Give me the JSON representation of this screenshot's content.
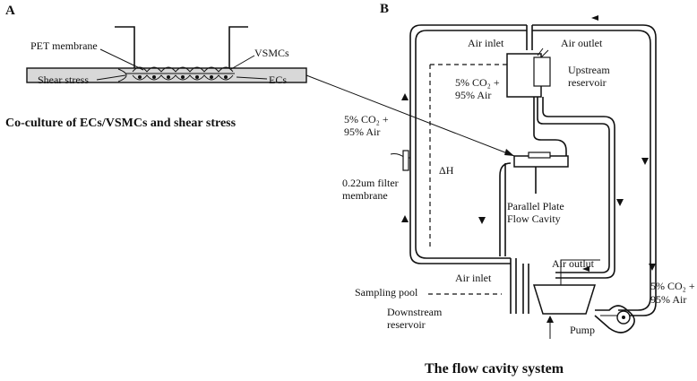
{
  "panel_a": {
    "letter": "A",
    "pet_membrane": "PET membrane",
    "vsmcs": "VSMCs",
    "shear_stress": "Shear stress",
    "ecs": "ECs",
    "caption": "Co-culture of ECs/VSMCs and shear stress"
  },
  "panel_b": {
    "letter": "B",
    "air_inlet_top": "Air inlet",
    "air_outlet_top": "Air outlet",
    "gas_mix_reservoir_line1": "5% CO₂ +",
    "gas_mix_reservoir_line2": "95% Air",
    "upstream_reservoir_line1": "Upstream",
    "upstream_reservoir_line2": "reservoir",
    "gas_mix_left_line1": "5% CO₂ +",
    "gas_mix_left_line2": "95% Air",
    "filter_line1": "0.22um filter",
    "filter_line2": "membrane",
    "delta_h": "ΔH",
    "cavity_line1": "Parallel Plate",
    "cavity_line2": "Flow Cavity",
    "air_outlet_bottom": "Air outlut",
    "air_inlet_bottom": "Air inlet",
    "sampling_pool": "Sampling pool",
    "downstream_line1": "Downstream",
    "downstream_line2": "reservoir",
    "gas_mix_right_line1": "5% CO₂ +",
    "gas_mix_right_line2": "95% Air",
    "pump": "Pump",
    "caption": "The flow cavity system"
  }
}
